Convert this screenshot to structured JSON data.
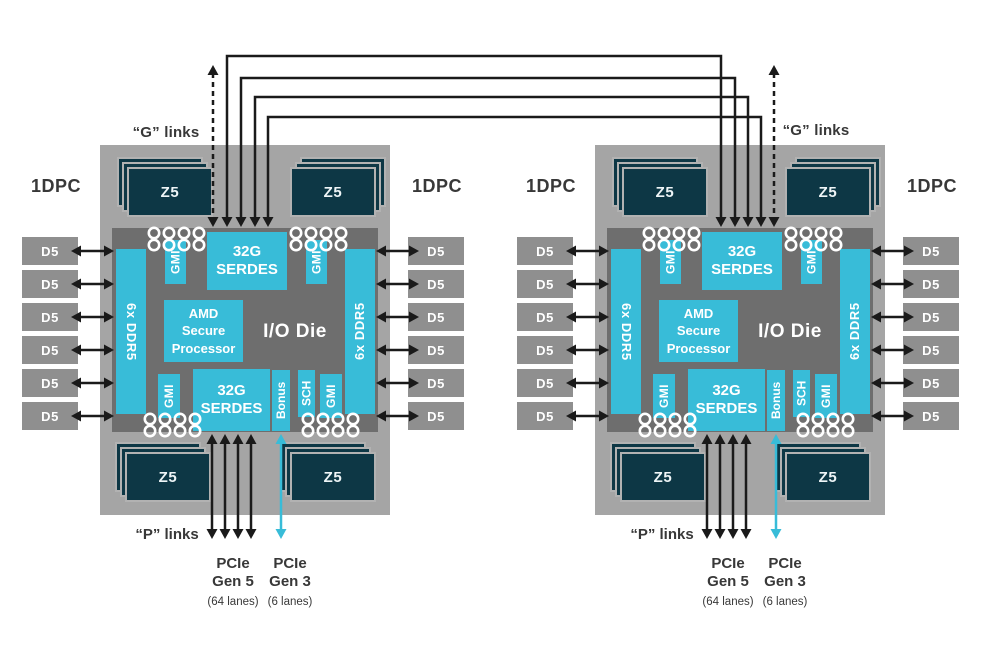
{
  "diagram": {
    "labels": {
      "dpc": "1DPC",
      "g_links": "“G” links",
      "p_links": "“P” links",
      "pcie5": {
        "l1": "PCIe",
        "l2": "Gen 5",
        "lanes": "(64 lanes)"
      },
      "pcie3": {
        "l1": "PCIe",
        "l2": "Gen 3",
        "lanes": "(6 lanes)"
      }
    },
    "blocks": {
      "z5": "Z5",
      "d5": "D5",
      "gmi": "GMI",
      "serdes_line1": "32G",
      "serdes_line2": "SERDES",
      "secure_line1": "AMD",
      "secure_line2": "Secure",
      "secure_line3": "Processor",
      "io_die": "I/O Die",
      "ddr5": "6x DDR5",
      "bonus": "Bonus",
      "sch": "SCH"
    },
    "colors": {
      "cyan": "#38bcd8",
      "package": "#a5a5a5",
      "die": "#6e6e6e",
      "d5": "#8f8f8f",
      "z5": "#0d3745",
      "z5edge": "#b2b2b2",
      "arrow": "#1a1a1a",
      "dot": "#ffffff",
      "label": "#383838"
    }
  }
}
